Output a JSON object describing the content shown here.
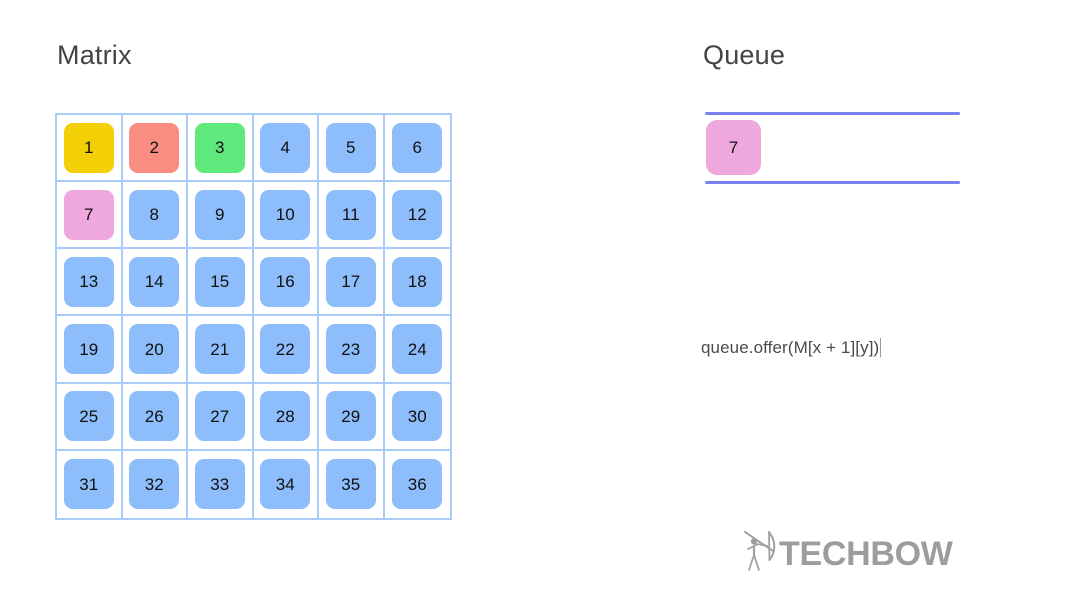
{
  "matrix": {
    "title": "Matrix",
    "rows": 6,
    "cols": 6,
    "cells": [
      {
        "value": "1",
        "color": "#F2D005"
      },
      {
        "value": "2",
        "color": "#FA8D82"
      },
      {
        "value": "3",
        "color": "#5FE87C"
      },
      {
        "value": "4",
        "color": "#8DBDFA"
      },
      {
        "value": "5",
        "color": "#8DBDFA"
      },
      {
        "value": "6",
        "color": "#8DBDFA"
      },
      {
        "value": "7",
        "color": "#EFA8DE"
      },
      {
        "value": "8",
        "color": "#8DBDFA"
      },
      {
        "value": "9",
        "color": "#8DBDFA"
      },
      {
        "value": "10",
        "color": "#8DBDFA"
      },
      {
        "value": "11",
        "color": "#8DBDFA"
      },
      {
        "value": "12",
        "color": "#8DBDFA"
      },
      {
        "value": "13",
        "color": "#8DBDFA"
      },
      {
        "value": "14",
        "color": "#8DBDFA"
      },
      {
        "value": "15",
        "color": "#8DBDFA"
      },
      {
        "value": "16",
        "color": "#8DBDFA"
      },
      {
        "value": "17",
        "color": "#8DBDFA"
      },
      {
        "value": "18",
        "color": "#8DBDFA"
      },
      {
        "value": "19",
        "color": "#8DBDFA"
      },
      {
        "value": "20",
        "color": "#8DBDFA"
      },
      {
        "value": "21",
        "color": "#8DBDFA"
      },
      {
        "value": "22",
        "color": "#8DBDFA"
      },
      {
        "value": "23",
        "color": "#8DBDFA"
      },
      {
        "value": "24",
        "color": "#8DBDFA"
      },
      {
        "value": "25",
        "color": "#8DBDFA"
      },
      {
        "value": "26",
        "color": "#8DBDFA"
      },
      {
        "value": "27",
        "color": "#8DBDFA"
      },
      {
        "value": "28",
        "color": "#8DBDFA"
      },
      {
        "value": "29",
        "color": "#8DBDFA"
      },
      {
        "value": "30",
        "color": "#8DBDFA"
      },
      {
        "value": "31",
        "color": "#8DBDFA"
      },
      {
        "value": "32",
        "color": "#8DBDFA"
      },
      {
        "value": "33",
        "color": "#8DBDFA"
      },
      {
        "value": "34",
        "color": "#8DBDFA"
      },
      {
        "value": "35",
        "color": "#8DBDFA"
      },
      {
        "value": "36",
        "color": "#8DBDFA"
      }
    ],
    "grid_line_color": "#A9CDF7"
  },
  "queue": {
    "title": "Queue",
    "rail_color": "#7B7FF0",
    "items": [
      {
        "value": "7",
        "color": "#EFA8DE"
      }
    ]
  },
  "code": {
    "line": "queue.offer(M[x + 1][y])"
  },
  "logo": {
    "text": "TECHBOW",
    "mark": "archer-bow-icon",
    "color": "#9d9d9d"
  }
}
